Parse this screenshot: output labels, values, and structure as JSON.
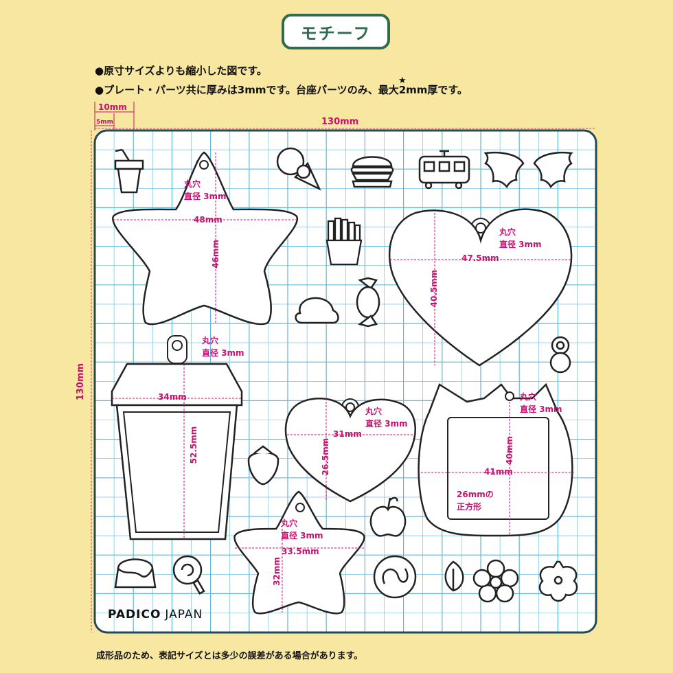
{
  "title": "モチーフ",
  "notes": {
    "line1": "●原寸サイズよりも縮小した図です。",
    "line2": "●プレート・パーツ共に厚みは3mmです。台座パーツ",
    "line2_star": "★",
    "line2_end": "のみ、最大2mm厚です。"
  },
  "rulers": {
    "ten": "10mm",
    "five": "5mm",
    "width": "130mm",
    "height": "130mm"
  },
  "labels": {
    "hole_line1": "丸穴",
    "hole_line2": "直径 3mm",
    "square_line1": "26mmの",
    "square_line2": "正方形"
  },
  "dimensions": {
    "big_star_w": "48mm",
    "big_star_h": "46mm",
    "big_heart_w": "47.5mm",
    "big_heart_h": "40.5mm",
    "cup_w": "34mm",
    "cup_h": "52.5mm",
    "small_heart_w": "31mm",
    "small_heart_h": "26.5mm",
    "cat_w": "41mm",
    "cat_h": "40mm",
    "small_star_w": "33.5mm",
    "small_star_h": "32mm"
  },
  "brand": {
    "bold": "PADICO",
    "light": "JAPAN"
  },
  "footer": "成形品のため、表記サイズとは多少の誤差がある場合があります。",
  "icons": [
    "drink-cup-icon",
    "ice-cream-icon",
    "hamburger-icon",
    "train-icon",
    "bat-wing-left-icon",
    "bat-wing-right-icon",
    "fries-icon",
    "peach-icon",
    "candy-icon",
    "snowman-icon",
    "strawberry-icon",
    "apple-icon",
    "pudding-icon",
    "lollipop-icon",
    "pretzel-icon",
    "leaf-icon",
    "flower-icon",
    "sakura-icon"
  ],
  "colors": {
    "background": "#f7e7a1",
    "board": "#ffffff",
    "grid": "#5fb8e0",
    "accent": "#c8106e",
    "badge": "#2f6b4d"
  }
}
